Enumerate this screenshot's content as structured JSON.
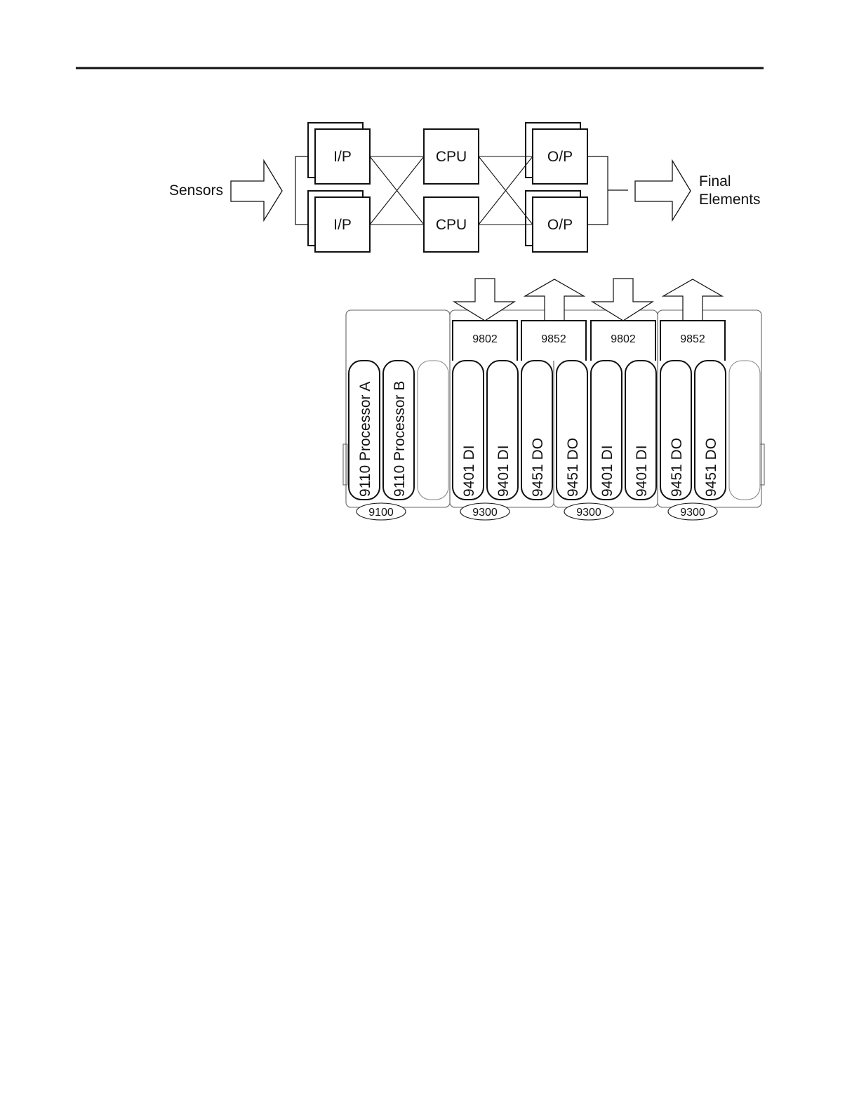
{
  "top_diagram": {
    "inputs_label": "Sensors",
    "outputs_label_line1": "Final",
    "outputs_label_line2": "Elements",
    "input_module_label": "I/P",
    "cpu_label": "CPU",
    "output_module_label": "O/P"
  },
  "bottom_diagram": {
    "terminals": [
      "9802",
      "9852",
      "9802",
      "9852"
    ],
    "processor_modules": [
      "9110 Processor A",
      "9110 Processor B"
    ],
    "io_modules": [
      "9401 DI",
      "9401 DI",
      "9451 DO",
      "9451 DO",
      "9401 DI",
      "9401 DI",
      "9451 DO",
      "9451 DO"
    ],
    "chassis": [
      "9100",
      "9300",
      "9300",
      "9300"
    ]
  },
  "colors": {
    "line": "#111111",
    "empty_slot": "#888888",
    "frame": "#666666"
  }
}
